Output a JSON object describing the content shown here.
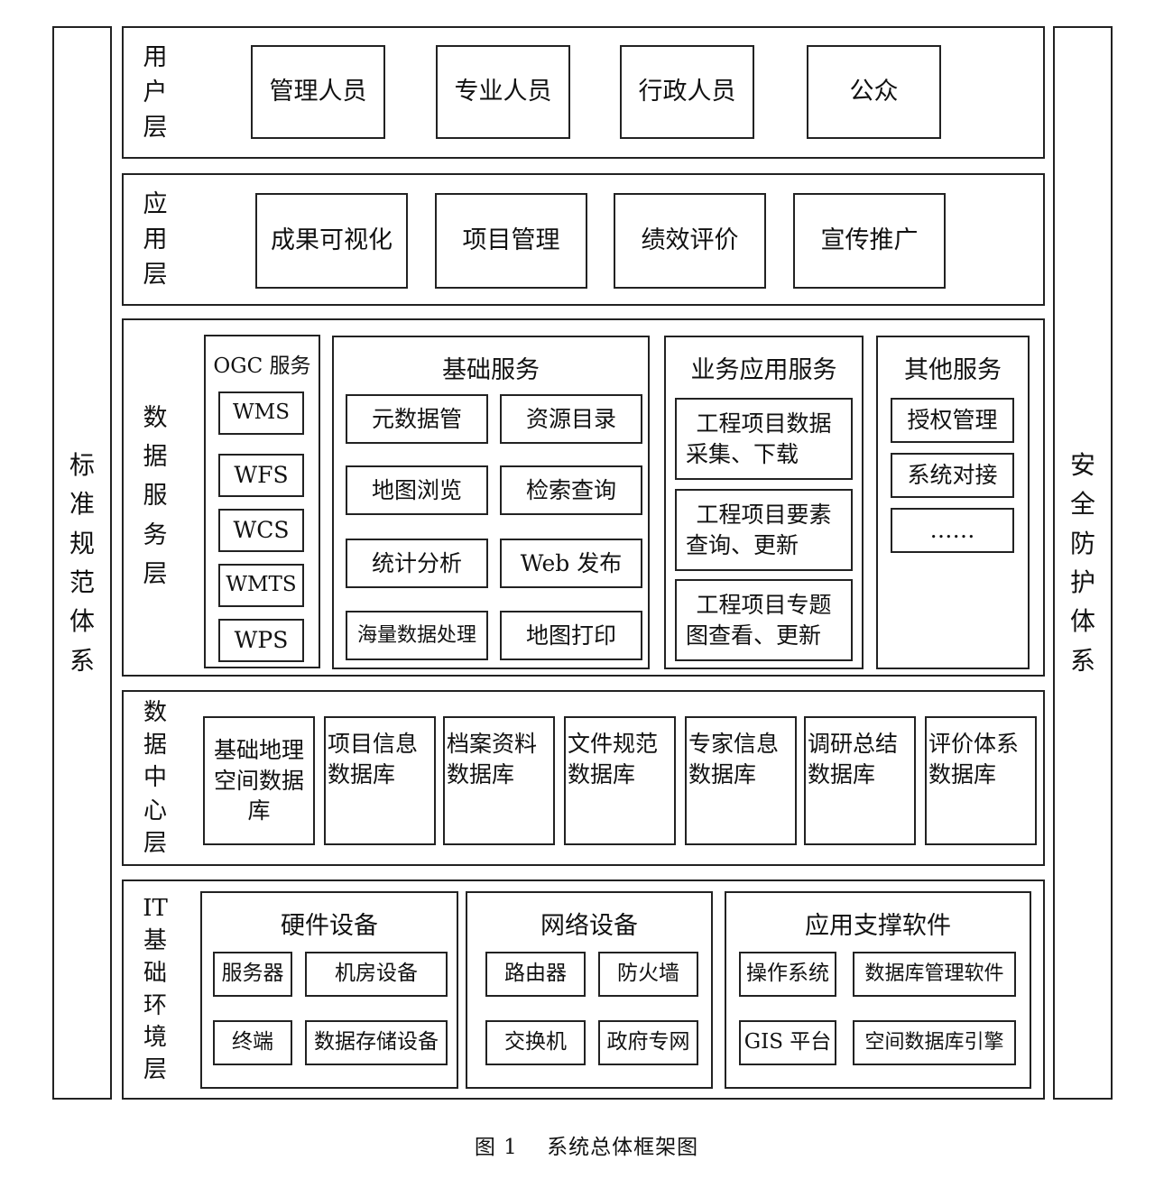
{
  "side": {
    "left": [
      "标",
      "准",
      "规",
      "范",
      "体",
      "系"
    ],
    "right": [
      "安",
      "全",
      "防",
      "护",
      "体",
      "系"
    ]
  },
  "layers": {
    "user": {
      "label": [
        "用",
        "户",
        "层"
      ],
      "items": [
        "管理人员",
        "专业人员",
        "行政人员",
        "公众"
      ]
    },
    "app": {
      "label": [
        "应",
        "用",
        "层"
      ],
      "items": [
        "成果可视化",
        "项目管理",
        "绩效评价",
        "宣传推广"
      ]
    },
    "service": {
      "label": [
        "数",
        "据",
        "服",
        "务",
        "层"
      ],
      "ogc": {
        "title": "OGC 服务",
        "items": [
          "WMS",
          "WFS",
          "WCS",
          "WMTS",
          "WPS"
        ]
      },
      "basic": {
        "title": "基础服务",
        "items": [
          "元数据管",
          "资源目录",
          "地图浏览",
          "检索查询",
          "统计分析",
          "Web 发布",
          "海量数据处理",
          "地图打印"
        ]
      },
      "business": {
        "title": "业务应用服务",
        "items": [
          [
            "工程项目数据",
            "采集、下载"
          ],
          [
            "工程项目要素",
            "查询、更新"
          ],
          [
            "工程项目专题",
            "图查看、更新"
          ]
        ]
      },
      "other": {
        "title": "其他服务",
        "items": [
          "授权管理",
          "系统对接",
          "……"
        ]
      }
    },
    "datacenter": {
      "label": [
        "数",
        "据",
        "中",
        "心",
        "层"
      ],
      "items": [
        [
          "基础地理",
          "空间数据",
          "库"
        ],
        [
          "项目信息",
          "数据库"
        ],
        [
          "档案资料",
          "数据库"
        ],
        [
          "文件规范",
          "数据库"
        ],
        [
          "专家信息",
          "数据库"
        ],
        [
          "调研总结",
          "数据库"
        ],
        [
          "评价体系",
          "数据库"
        ]
      ]
    },
    "infra": {
      "label": [
        "IT",
        "基",
        "础",
        "环",
        "境",
        "层"
      ],
      "hardware": {
        "title": "硬件设备",
        "items": [
          "服务器",
          "机房设备",
          "终端",
          "数据存储设备"
        ]
      },
      "network": {
        "title": "网络设备",
        "items": [
          "路由器",
          "防火墙",
          "交换机",
          "政府专网"
        ]
      },
      "software": {
        "title": "应用支撑软件",
        "items": [
          "操作系统",
          "数据库管理软件",
          "GIS 平台",
          "空间数据库引擎"
        ]
      }
    }
  },
  "caption": "图 1　 系统总体框架图"
}
